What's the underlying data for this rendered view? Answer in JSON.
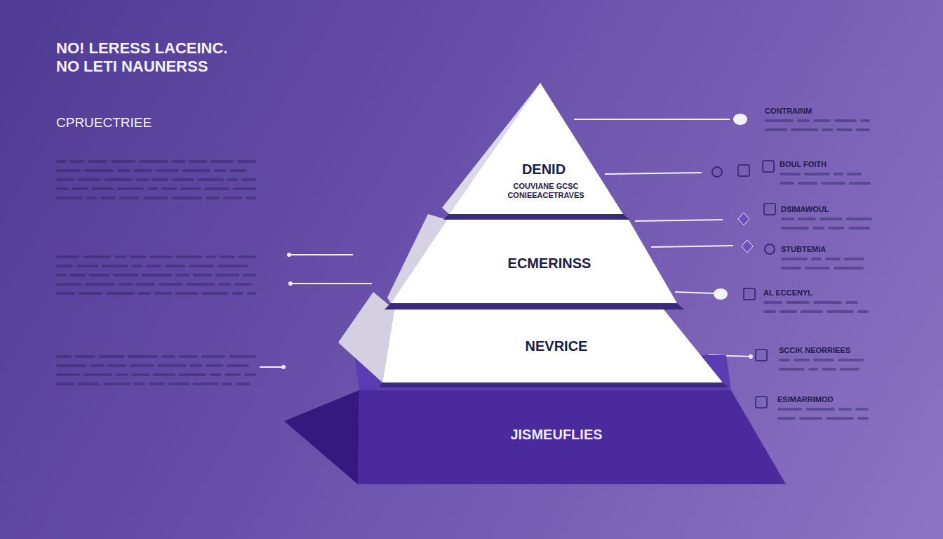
{
  "diagram": {
    "title": "NO! LERESS LACEINC. NO LETI NAUNERSS",
    "nodes": [
      {
        "text": [
          "DENID",
          "COUVIANE GCSC CONIEEACETRAVES"
        ]
      },
      {
        "text": [
          "ECMERINSS"
        ]
      },
      {
        "text": [
          "NEVRICE"
        ]
      },
      {
        "text": [
          "JISMEUFLIES"
        ]
      }
    ],
    "labels": [
      "CPRUECTRIEE",
      "CONTRAINM",
      "BOUL FOITH",
      "DSIMAWOUL",
      "STUBTEMIA",
      "AL ECCENYL",
      "SCCIK NEORRIEES",
      "ESIMARRIMOD"
    ]
  }
}
